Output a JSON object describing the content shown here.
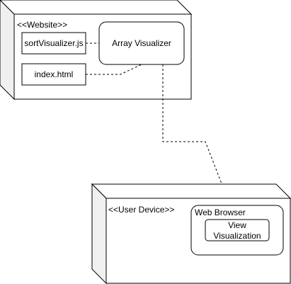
{
  "website_node": {
    "stereotype": "<<Website>>",
    "components": {
      "sort_file": "sortVisualizer.js",
      "index_file": "index.html",
      "array_visualizer": "Array Visualizer"
    }
  },
  "user_device_node": {
    "stereotype": "<<User Device>>",
    "browser": {
      "label": "Web Browser",
      "view_line1": "View",
      "view_line2": "Visualization"
    }
  },
  "colors": {
    "stroke": "#000000",
    "box_fill": "#ffffff",
    "node_side": "#f0f0f0",
    "node_front": "#ffffff"
  }
}
